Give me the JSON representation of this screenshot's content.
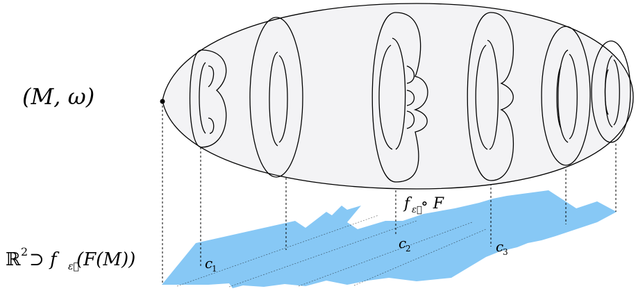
{
  "labels": {
    "manifold": "(M, ω)",
    "map": "f",
    "map_sub": "ε⃗",
    "map_rest": " ∘ F",
    "image_prefix": "ℝ",
    "image_sup": "2",
    "image_rest": " ⊃ f",
    "image_sub": "ε⃗",
    "image_tail": "(F(M))",
    "c1": "c",
    "c1_sub": "1",
    "c2": "c",
    "c2_sub": "2",
    "c3": "c",
    "c3_sub": "3"
  },
  "colors": {
    "surface_fill": "#f3f3f5",
    "outline": "#000000",
    "image_fill": "#87c8f5",
    "dashed": "#000000"
  }
}
